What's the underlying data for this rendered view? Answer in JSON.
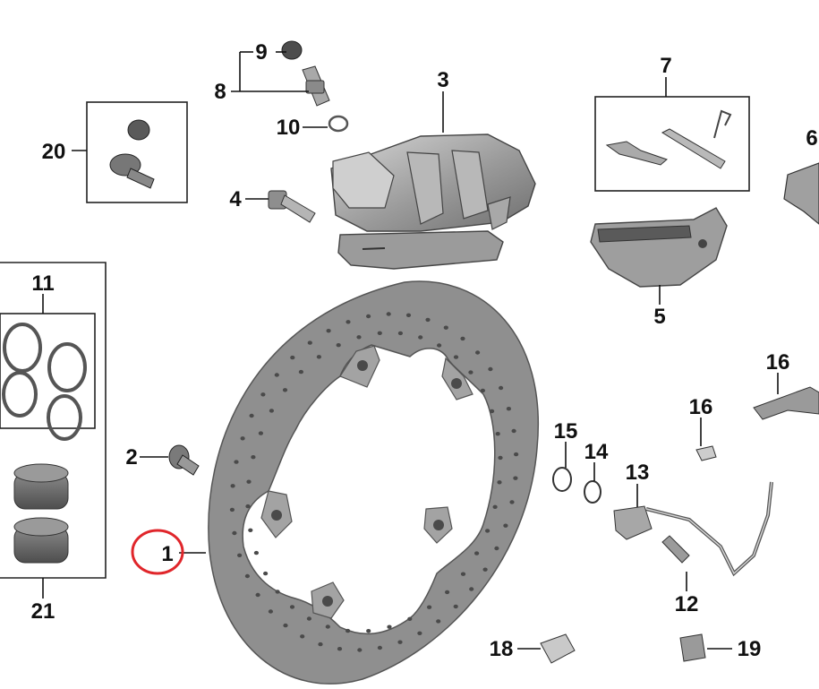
{
  "diagram": {
    "labels": {
      "p1": "1",
      "p2": "2",
      "p3": "3",
      "p4": "4",
      "p5": "5",
      "p6": "6",
      "p7": "7",
      "p8": "8",
      "p9": "9",
      "p10": "10",
      "p11": "11",
      "p12": "12",
      "p13": "13",
      "p14": "14",
      "p15": "15",
      "p16a": "16",
      "p16b": "16",
      "p18": "18",
      "p19": "19",
      "p20": "20",
      "p21": "21"
    },
    "highlight": {
      "target": "1",
      "color": "#e0262b"
    },
    "colors": {
      "metal": "#8f8f8f",
      "metal_dark": "#6d6d6d",
      "metal_light": "#c9c9c9",
      "hole": "#4a4a4a"
    }
  }
}
